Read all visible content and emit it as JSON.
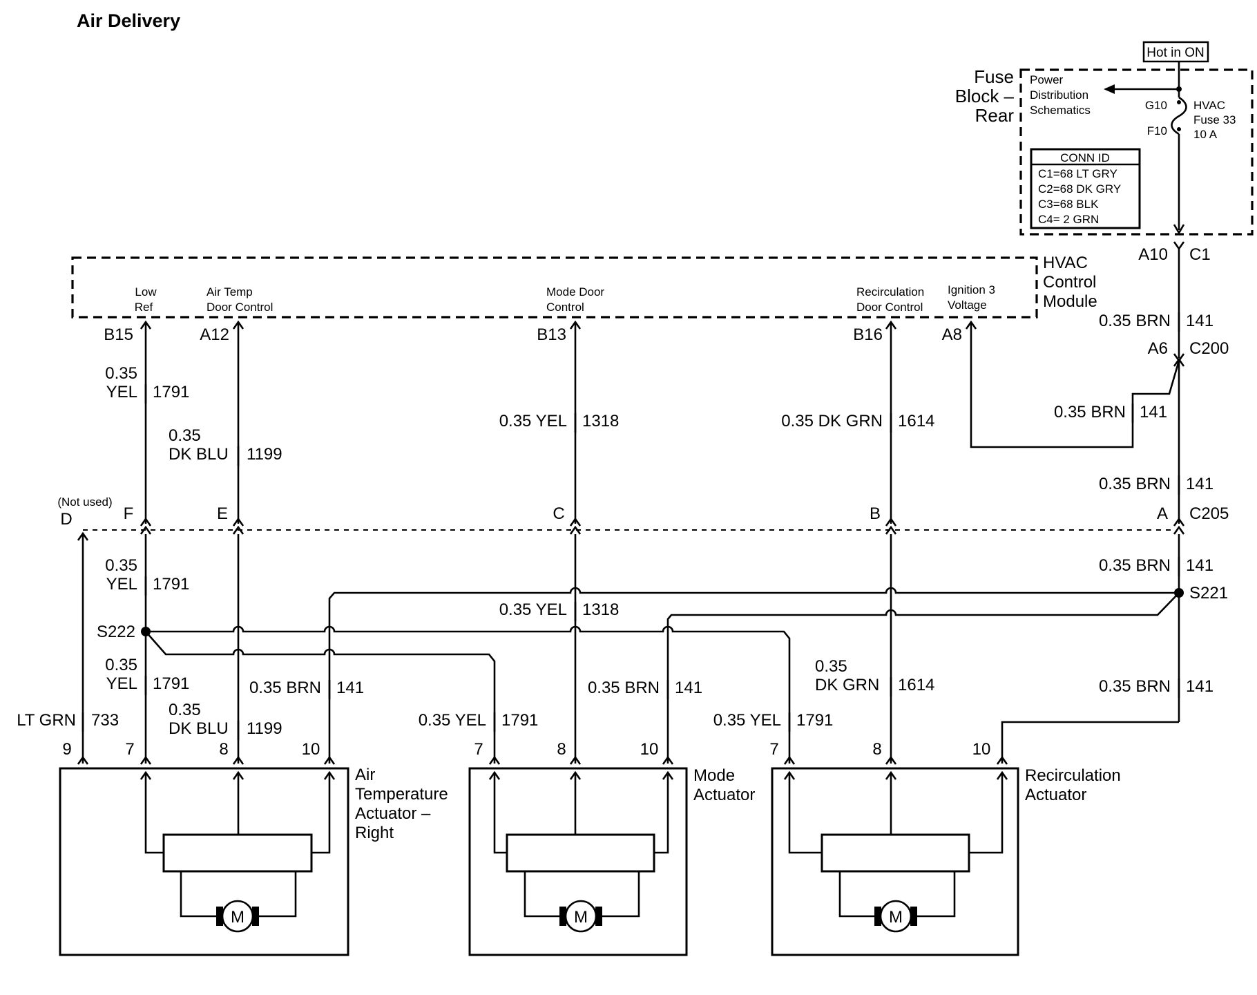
{
  "title": "Air Delivery",
  "hot_in_on": "Hot in ON",
  "fuse_block": {
    "line1": "Fuse",
    "line2": "Block –",
    "line3": "Rear"
  },
  "power_dist": {
    "line1": "Power",
    "line2": "Distribution",
    "line3": "Schematics"
  },
  "fuse": {
    "pin_in": "G10",
    "pin_out": "F10",
    "line1": "HVAC",
    "line2": "Fuse 33",
    "line3": "10 A"
  },
  "conn_id": {
    "header": "CONN ID",
    "rows": [
      "C1=68 LT GRY",
      "C2=68 DK GRY",
      "C3=68 BLK",
      "C4= 2 GRN"
    ]
  },
  "fuse_conn": {
    "pin": "A10",
    "conn": "C1"
  },
  "hvac_module": {
    "line1": "HVAC",
    "line2": "Control",
    "line3": "Module",
    "pins": [
      {
        "name1": "Low",
        "name2": "Ref",
        "pin": "B15"
      },
      {
        "name1": "Air Temp",
        "name2": "Door Control",
        "pin": "A12"
      },
      {
        "name1": "Mode Door",
        "name2": "Control",
        "pin": "B13"
      },
      {
        "name1": "Recirculation",
        "name2": "Door Control",
        "pin": "B16"
      },
      {
        "name1": "Ignition 3",
        "name2": "Voltage",
        "pin": "A8"
      }
    ]
  },
  "c200": {
    "pin": "A6",
    "conn": "C200"
  },
  "c205": {
    "not_used": "(Not used)",
    "conn": "C205",
    "pins": [
      "D",
      "F",
      "E",
      "C",
      "B",
      "A"
    ]
  },
  "splices": {
    "s221": "S221",
    "s222": "S222"
  },
  "wires": {
    "brn_141_top_color": "0.35 BRN",
    "brn_141_top_num": "141",
    "brn_141_a8_color": "0.35 BRN",
    "brn_141_a8_num": "141",
    "brn_141_mid_color": "0.35 BRN",
    "brn_141_mid_num": "141",
    "brn_141_s221_color": "0.35 BRN",
    "brn_141_s221_num": "141",
    "brn_141_recirc_color": "0.35 BRN",
    "brn_141_recirc_num": "141",
    "yel_1791_top_color1": "0.35",
    "yel_1791_top_color2": "YEL",
    "yel_1791_top_num": "1791",
    "dkblu_1199_top_color1": "0.35",
    "dkblu_1199_top_color2": "DK BLU",
    "dkblu_1199_top_num": "1199",
    "yel_1318_top_color": "0.35 YEL",
    "yel_1318_top_num": "1318",
    "dkgrn_1614_top_color": "0.35 DK GRN",
    "dkgrn_1614_top_num": "1614",
    "yel_1791_c205_color1": "0.35",
    "yel_1791_c205_color2": "YEL",
    "yel_1791_c205_num": "1791",
    "yel_1318_mid_color": "0.35 YEL",
    "yel_1318_mid_num": "1318",
    "yel_1791_s222_color1": "0.35",
    "yel_1791_s222_color2": "YEL",
    "yel_1791_s222_num": "1791",
    "dkblu_1199_bot_color1": "0.35",
    "dkblu_1199_bot_color2": "DK BLU",
    "dkblu_1199_bot_num": "1199",
    "brn_141_at_color": "0.35 BRN",
    "brn_141_at_num": "141",
    "ltgrn_733_color": "LT GRN",
    "ltgrn_733_num": "733",
    "yel_1791_mode_color": "0.35 YEL",
    "yel_1791_mode_num": "1791",
    "brn_141_mode_color": "0.35 BRN",
    "brn_141_mode_num": "141",
    "yel_1791_recirc_color": "0.35 YEL",
    "yel_1791_recirc_num": "1791",
    "dkgrn_1614_bot_color1": "0.35",
    "dkgrn_1614_bot_color2": "DK GRN",
    "dkgrn_1614_bot_num": "1614"
  },
  "actuators": [
    {
      "line1": "Air",
      "line2": "Temperature",
      "line3": "Actuator –",
      "line4": "Right",
      "pins": [
        "9",
        "7",
        "8",
        "10"
      ],
      "motor": "M"
    },
    {
      "line1": "Mode",
      "line2": "Actuator",
      "pins": [
        "7",
        "8",
        "10"
      ],
      "motor": "M"
    },
    {
      "line1": "Recirculation",
      "line2": "Actuator",
      "pins": [
        "7",
        "8",
        "10"
      ],
      "motor": "M"
    }
  ]
}
